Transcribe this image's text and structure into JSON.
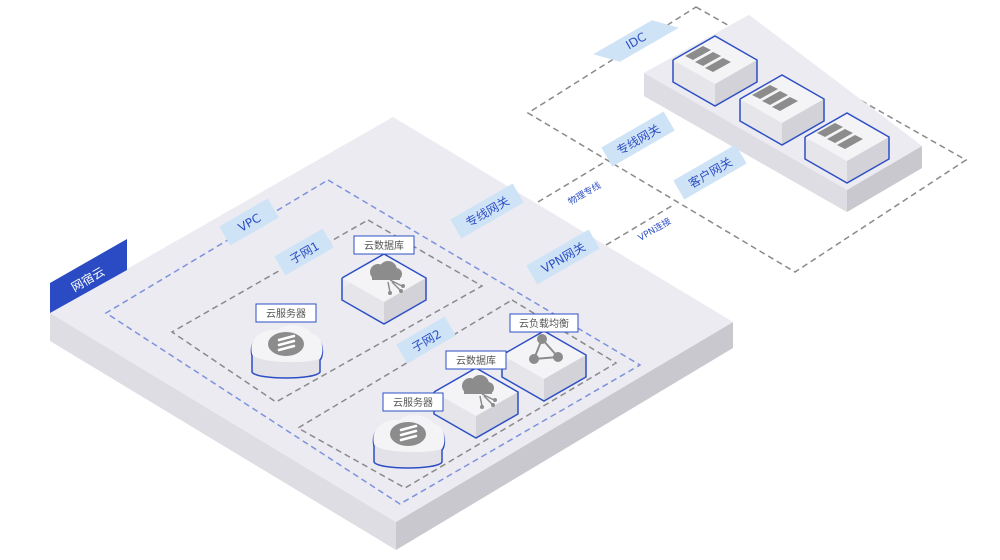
{
  "diagram": {
    "cloud_platform": {
      "brand_label": "网宿云",
      "vpc_label": "VPC",
      "subnets": [
        {
          "label": "子网1",
          "resources": [
            {
              "label": "云服务器",
              "icon": "cloud-server-icon"
            },
            {
              "label": "云数据库",
              "icon": "cloud-database-icon"
            }
          ]
        },
        {
          "label": "子网2",
          "resources": [
            {
              "label": "云服务器",
              "icon": "cloud-server-icon"
            },
            {
              "label": "云数据库",
              "icon": "cloud-database-icon"
            },
            {
              "label": "云负载均衡",
              "icon": "load-balancer-icon"
            }
          ]
        }
      ],
      "gateways": [
        {
          "label": "专线网关"
        },
        {
          "label": "VPN网关"
        }
      ]
    },
    "idc": {
      "label": "IDC",
      "servers": [
        {
          "icon": "server-rack-icon"
        },
        {
          "icon": "server-rack-icon"
        },
        {
          "icon": "server-rack-icon"
        }
      ],
      "gateways": [
        {
          "label": "专线网关"
        },
        {
          "label": "客户网关"
        }
      ]
    },
    "connections": [
      {
        "label": "物理专线"
      },
      {
        "label": "VPN连接"
      }
    ],
    "colors": {
      "accent_blue": "#2d4fc4",
      "tag_bg": "#cfe3f7",
      "platform_top": "#ecebf2",
      "platform_side_left": "#dedde3",
      "platform_side_right": "#c9c8cf",
      "dash_gray": "#8a8a8a",
      "dash_blue": "#7d92de"
    }
  }
}
